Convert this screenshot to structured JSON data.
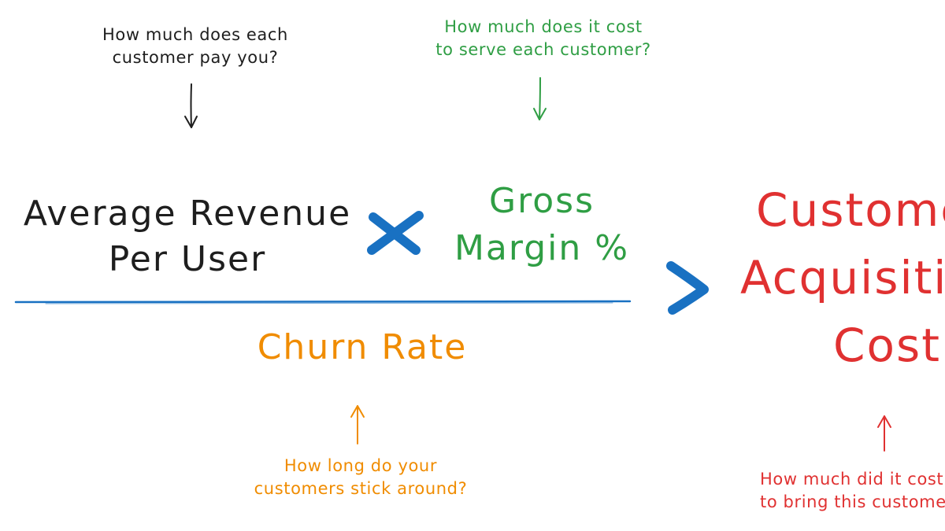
{
  "diagram": {
    "arpu_question": [
      "How much does each",
      "customer pay you?"
    ],
    "margin_question": [
      "How much does it cost",
      "to serve each customer?"
    ],
    "churn_question": [
      "How long do your",
      "customers stick around?"
    ],
    "cac_question": [
      "How much did it cost",
      "to bring this customer?"
    ],
    "arpu_term": [
      "Average Revenue",
      "Per User"
    ],
    "margin_term": [
      "Gross",
      "Margin %"
    ],
    "churn_term": "Churn Rate",
    "cac_term": [
      "Customer",
      "Acquisition",
      "Cost"
    ],
    "multiply_operator": "×",
    "greater_than_operator": ">"
  },
  "colors": {
    "ink": "#1e1e1e",
    "green": "#2f9e44",
    "orange": "#f08c00",
    "red": "#e03131",
    "blue": "#1971c2"
  },
  "icons": {
    "down_arrow": "arrow-down-icon",
    "up_arrow": "arrow-up-icon",
    "multiply": "multiply-icon",
    "greater_than": "greater-than-icon"
  }
}
